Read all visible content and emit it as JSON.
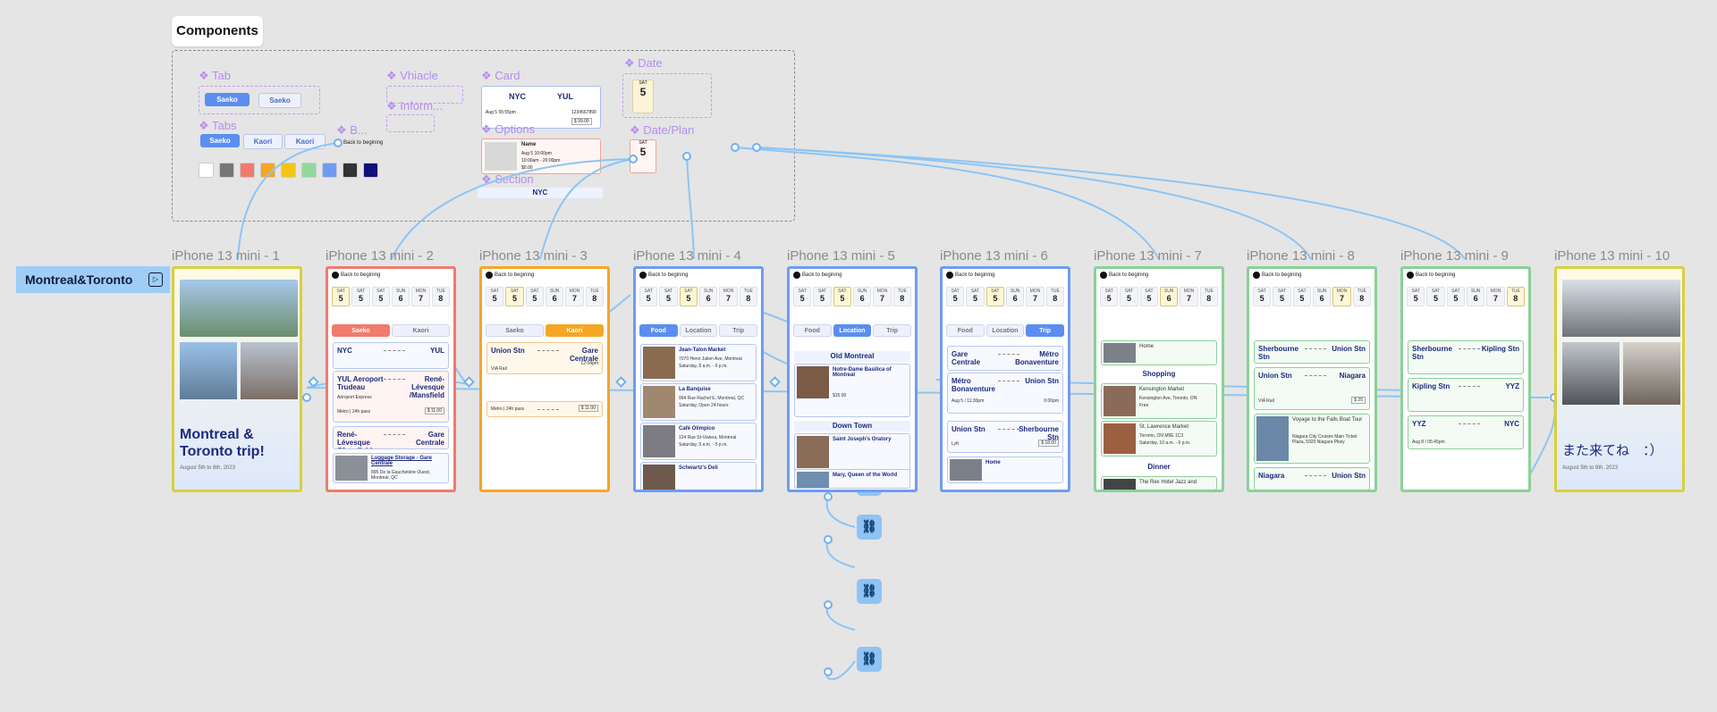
{
  "components": {
    "title": "Components",
    "labels": {
      "tab": "❖ Tab",
      "vhiacle": "❖ Vhiacle",
      "inform": "❖ Inform...",
      "card": "❖ Card",
      "date": "❖ Date",
      "tabs": "❖ Tabs",
      "b": "❖ B...",
      "options": "❖ Options",
      "date_plan": "❖ Date/Plan",
      "section": "❖ Section"
    },
    "tab_samples": [
      "Saeko",
      "Saeko"
    ],
    "tabs_samples": [
      "Saeko",
      "Kaori",
      "Kaori"
    ],
    "back_label": "Back to begining",
    "card_sample": {
      "from": "NYC",
      "to": "YUL",
      "date": "Aug 5 55:55pm",
      "code": "1234567890",
      "price": "$ 99.00"
    },
    "option_sample": {
      "name": "Name",
      "l1": "Aug 5 10:00pm",
      "l2": "10:00am - 20:00pm",
      "l3": "$0.00"
    },
    "date_sample": {
      "day": "SAT",
      "num": "5"
    },
    "section_sample": "NYC",
    "swatch_colors": [
      "#ffffff",
      "#777777",
      "#f07b6e",
      "#f5a623",
      "#f5c518",
      "#93d89b",
      "#6f9cf2",
      "#333333",
      "#10107a"
    ]
  },
  "flow_label": "Montreal&Toronto",
  "frames": [
    {
      "name": "iPhone 13 mini - 1",
      "color": "#d9cf3f",
      "title": "Montreal & Toronto trip!",
      "date": "August 5th to 8th, 2023"
    },
    {
      "name": "iPhone 13 mini - 2",
      "color": "#f07b6e"
    },
    {
      "name": "iPhone 13 mini - 3",
      "color": "#f5a623"
    },
    {
      "name": "iPhone 13 mini - 4",
      "color": "#6f9cf2"
    },
    {
      "name": "iPhone 13 mini - 5",
      "color": "#6f9cf2"
    },
    {
      "name": "iPhone 13 mini - 6",
      "color": "#6f9cf2"
    },
    {
      "name": "iPhone 13 mini - 7",
      "color": "#8ad197"
    },
    {
      "name": "iPhone 13 mini - 8",
      "color": "#8ad197"
    },
    {
      "name": "iPhone 13 mini - 9",
      "color": "#8ad197"
    },
    {
      "name": "iPhone 13 mini - 10",
      "color": "#d9cf3f",
      "title": "また来てね　：）",
      "date": "August 5th to 8th, 2023"
    }
  ],
  "days": [
    {
      "d": "SAT",
      "n": "5"
    },
    {
      "d": "SAT",
      "n": "5"
    },
    {
      "d": "SAT",
      "n": "5"
    },
    {
      "d": "SUN",
      "n": "6"
    },
    {
      "d": "MON",
      "n": "7"
    },
    {
      "d": "TUE",
      "n": "8"
    }
  ],
  "screens": {
    "s2": {
      "tabs": [
        "Saeko",
        "Kaori"
      ],
      "c1": {
        "from": "NYC",
        "to": "YUL"
      },
      "c2": {
        "from": "YUL Aeroport Trudeau",
        "to": "René-Lévesque /Mansfield",
        "mid": "Aéroport Express",
        "pass": "Metro | 24h pass",
        "price": "$ 11.00"
      },
      "c3": {
        "from": "René-Lévesque /Mansfield",
        "to": "Gare Centrale"
      },
      "c4": {
        "title": "Luggage Storage - Gare Centrale",
        "addr": "895 De la Gauchetière Ouest, Montreal, QC"
      }
    },
    "s3": {
      "tabs": [
        "Saeko",
        "Kaori"
      ],
      "c1": {
        "from": "Union Stn",
        "to": "Gare Centrale",
        "arr": "12:04pm",
        "via": "VIA Rail"
      },
      "c2": {
        "pass": "Metro | 24h pass",
        "price": "$ 11.00"
      }
    },
    "s4": {
      "tabs": [
        "Food",
        "Location",
        "Trip"
      ],
      "items": [
        "Jean-Talon Market",
        "La Banquise",
        "Café Olimpico",
        "Schwartz's Deli"
      ],
      "addr": [
        "7070 Henri Julien Ave, Montreal",
        "994 Rue Rachel E, Montreal, QC",
        "124 Rue St-Viateur, Montreal",
        ""
      ],
      "hours": [
        "Saturday, 8 a.m. - 6 p.m.",
        "Saturday, Open 24 hours",
        "Saturday, 9 a.m. - 5 p.m.",
        ""
      ]
    },
    "s5": {
      "tabs": [
        "Food",
        "Location",
        "Trip"
      ],
      "sec1": "Old Montreal",
      "sec2": "Down Town",
      "items": [
        "Notre-Dame Basilica of Montreal",
        "Saint Joseph's Oratory",
        "Mary, Queen of the World"
      ],
      "price": "$15.00"
    },
    "s6": {
      "tabs": [
        "Food",
        "Location",
        "Trip"
      ],
      "c1": {
        "from": "Gare Centrale",
        "to": "Métro Bonaventure"
      },
      "c2": {
        "from": "Métro Bonaventure",
        "to": "Union Stn",
        "time": "6:00pm",
        "date": "Aug 5 / 11:30pm"
      },
      "c3": {
        "from": "Union Stn",
        "to": "Sherbourne Stn",
        "app": "Lyft",
        "price": "$ 18.00"
      },
      "home": "Home"
    },
    "s7": {
      "home": "Home",
      "sec1": "Shopping",
      "sec2": "Dinner",
      "items": [
        "Kensington Market",
        "St. Lawrence Market",
        "The Rex Hotel Jazz and"
      ],
      "addr": [
        "Kensington Ave, Toronto, ON",
        "Toronto, ON M5E 1C3",
        ""
      ],
      "hours": [
        "Free",
        "Saturday, 10 a.m. - 6 p.m.",
        ""
      ]
    },
    "s8": {
      "c1": {
        "from": "Sherbourne Stn",
        "to": "Union Stn"
      },
      "c2": {
        "from": "Union Stn",
        "to": "Niagara",
        "via": "VIA Rail",
        "price": "$ 25"
      },
      "tour": "Voyage to the Falls Boat Tour",
      "tour_addr": "Niagara City Cruises Main Ticket Plaza, 5920 Niagara Pkwy",
      "c3": {
        "from": "Niagara",
        "to": "Union Stn"
      }
    },
    "s9": {
      "c1": {
        "from": "Sherbourne Stn",
        "to": "Kipling Stn"
      },
      "c2": {
        "from": "Kipling Stn",
        "to": "YYZ"
      },
      "c3": {
        "from": "YYZ",
        "to": "NYC",
        "date": "Aug 8 / 05:45pm"
      }
    }
  }
}
